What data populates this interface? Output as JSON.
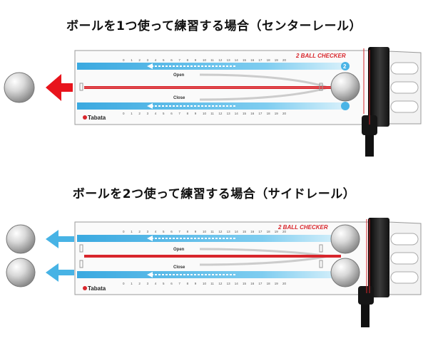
{
  "titles": {
    "center_rail": "ボールを1つ使って練習する場合（センターレール）",
    "side_rail": "ボールを2つ使って練習する場合（サイドレール）"
  },
  "board": {
    "brand": "Tabata",
    "product": "2 BALL CHECKER",
    "open_label": "Open",
    "close_label": "Close",
    "scale": [
      "0",
      "1",
      "2",
      "3",
      "4",
      "5",
      "6",
      "7",
      "8",
      "9",
      "10",
      "11",
      "12",
      "13",
      "14",
      "15",
      "16",
      "17",
      "18",
      "19",
      "20"
    ],
    "badge_number": "2"
  },
  "colors": {
    "blue_rail": "#4ab4e6",
    "red_rail": "#d8262c",
    "red_arrow": "#e8141c",
    "blue_arrow": "#47b3e5",
    "ball": "#bdbdbd",
    "putter": "#1a1a1a"
  },
  "icons": [
    "ball-icon",
    "left-arrow-icon",
    "putter-icon"
  ]
}
